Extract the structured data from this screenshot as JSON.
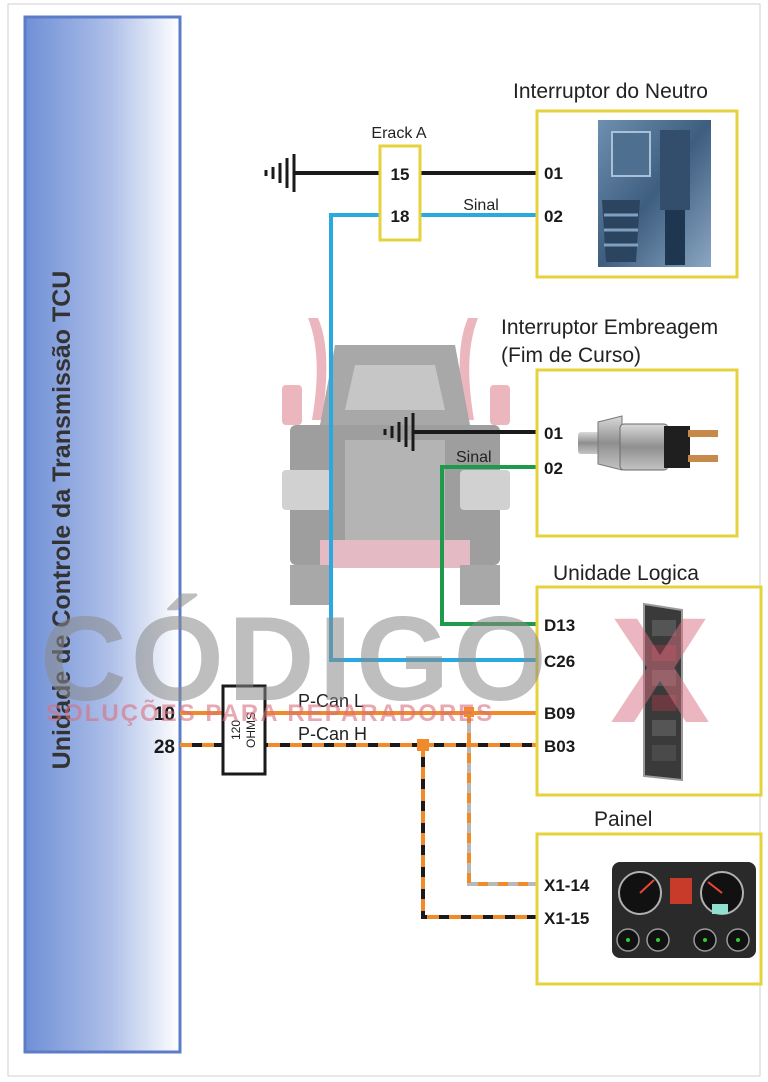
{
  "tcu": {
    "label": "Unidade de Controle da Transmissão TCU",
    "pin_10": "10",
    "pin_28": "28"
  },
  "erack": {
    "label": "Erack A",
    "pin_15": "15",
    "pin_18": "18"
  },
  "resistor": {
    "value": "120",
    "unit": "OHMS"
  },
  "wires": {
    "can_l": "P-Can L",
    "can_h": "P-Can H",
    "sinal_1": "Sinal",
    "sinal_2": "Sinal"
  },
  "neutro": {
    "title": "Interruptor do Neutro",
    "pin_01": "01",
    "pin_02": "02"
  },
  "embreagem": {
    "title_line1": "Interruptor Embreagem",
    "title_line2": "(Fim de Curso)",
    "pin_01": "01",
    "pin_02": "02"
  },
  "logica": {
    "title": "Unidade Logica",
    "pins": [
      "D13",
      "C26",
      "B09",
      "B03"
    ]
  },
  "painel": {
    "title": "Painel",
    "pins": [
      "X1-14",
      "X1-15"
    ]
  },
  "watermark": {
    "brand": "CÓDIGO",
    "brand_x": "X",
    "tagline": "SOLUÇÕES PARA REPARADORES"
  },
  "colors": {
    "tcu_blue": "#6f8fd6",
    "box_yellow": "#e6d23c",
    "wire_blue": "#2aa8e0",
    "wire_green": "#1e9a4a",
    "wire_orange": "#f08a2a",
    "watermark_gray": "#8a8a8a",
    "watermark_red": "#d87080"
  }
}
